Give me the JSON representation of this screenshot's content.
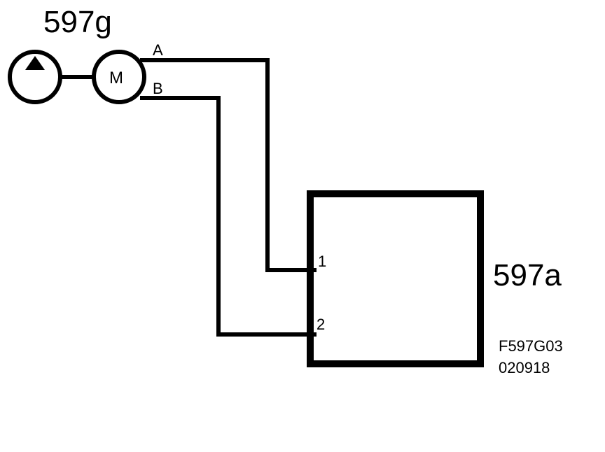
{
  "pump": {
    "label": "597g",
    "icon": "pump-icon"
  },
  "motor": {
    "label": "M"
  },
  "wires": {
    "a_label": "A",
    "b_label": "B"
  },
  "box": {
    "label": "597a",
    "pin1": "1",
    "pin2": "2"
  },
  "drawing_code": {
    "line1": "F597G03",
    "line2": "020918"
  },
  "colors": {
    "ink": "#000000",
    "background": "#ffffff"
  }
}
